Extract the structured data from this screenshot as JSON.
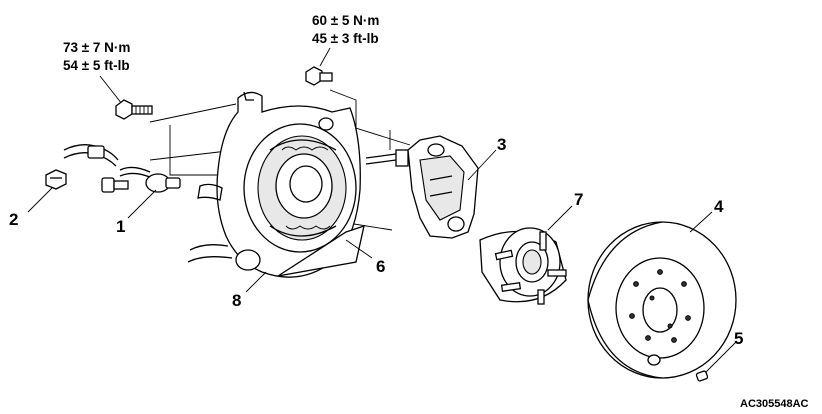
{
  "torque_specs": {
    "left": {
      "metric": "73 ± 7 N·m",
      "imperial": "54 ± 5 ft-lb"
    },
    "top": {
      "metric": "60 ± 5 N·m",
      "imperial": "45 ± 3 ft-lb"
    }
  },
  "callouts": [
    "1",
    "2",
    "3",
    "4",
    "5",
    "6",
    "7",
    "8"
  ],
  "figure_id": "AC305548AC"
}
